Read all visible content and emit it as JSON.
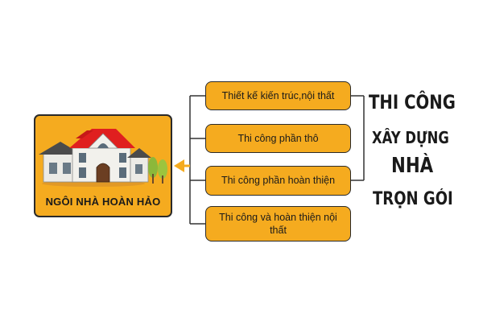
{
  "main_node": {
    "label": "NGÔI NHÀ HOÀN HẢO"
  },
  "items": [
    {
      "label": "Thiết kế kiến trúc,nội thất"
    },
    {
      "label": "Thi công phần thô"
    },
    {
      "label": "Thi công phần hoàn thiện"
    },
    {
      "label": "Thi công và hoàn thiện nội thất"
    }
  ],
  "side_title": {
    "line1": "THI CÔNG",
    "line2": "XÂY DỰNG",
    "line3": "NHÀ",
    "line4": "TRỌN GÓI"
  },
  "colors": {
    "box_fill": "#f5ab1f",
    "border": "#2a2a2a",
    "connector": "#333333",
    "arrow": "#f5ab1f",
    "roof": "#e01f1f",
    "text": "#1a1a1a"
  },
  "icons": {
    "illustration": "house-icon",
    "trees": "tree-icon",
    "arrow": "arrow-left-icon"
  }
}
